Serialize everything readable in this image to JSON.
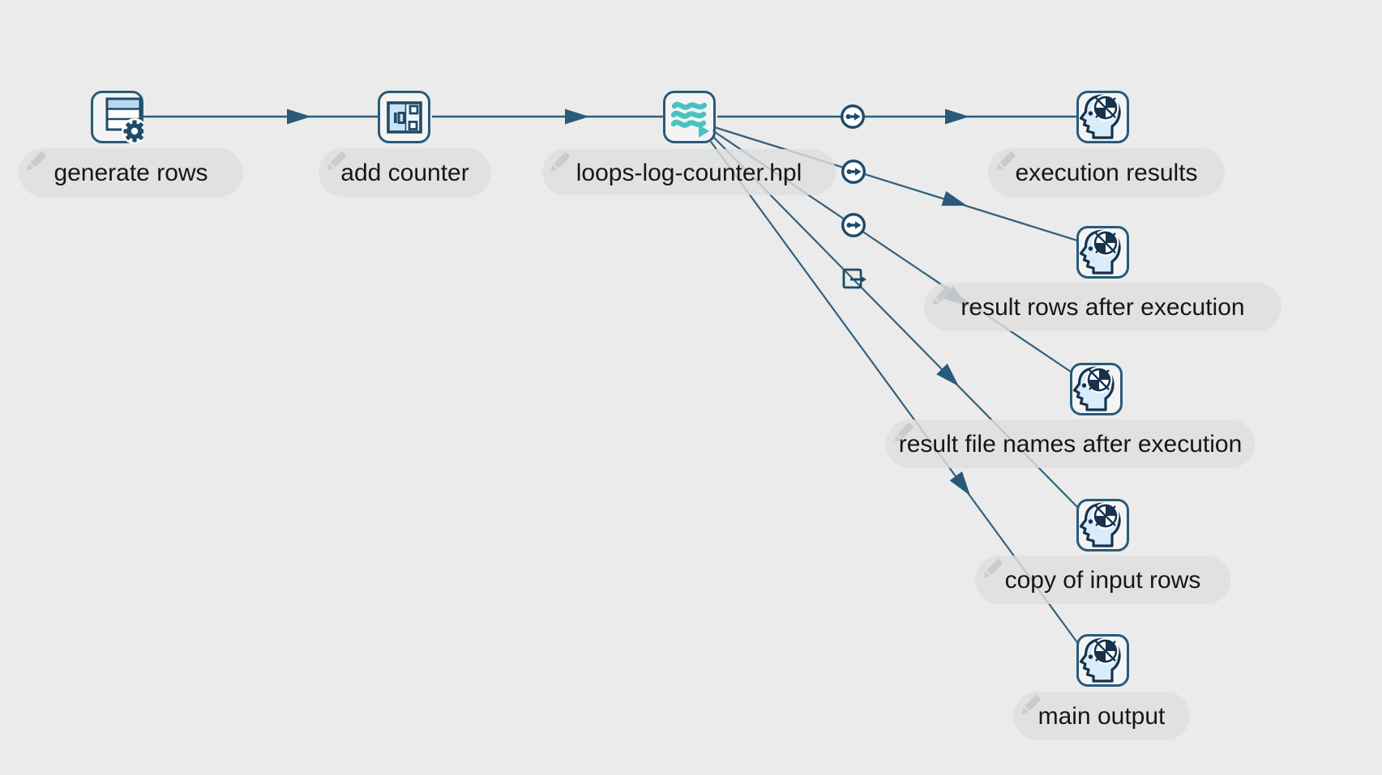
{
  "canvas": {
    "background_color": "#ebebeb",
    "description_colors": {
      "node_border": "#2a5a7a",
      "hop_line": "#2e5d7d",
      "pipeline_teal": "#49c2c2",
      "icon_light_blue": "#cfe5f6",
      "label_pill": "#e2e2e2",
      "label_text": "#161616",
      "pencil_grey": "#c9c9c9"
    }
  },
  "nodes": [
    {
      "label": "generate rows",
      "icon": "generate-rows-icon"
    },
    {
      "label": "add counter",
      "icon": "add-counter-icon"
    },
    {
      "label": "loops-log-counter.hpl",
      "icon": "pipeline-executor-icon"
    },
    {
      "label": "execution results",
      "icon": "dummy-head-icon"
    },
    {
      "label": "result rows after execution",
      "icon": "dummy-head-icon"
    },
    {
      "label": "result file names after execution",
      "icon": "dummy-head-icon"
    },
    {
      "label": "copy of input rows",
      "icon": "dummy-head-icon"
    },
    {
      "label": "main output",
      "icon": "dummy-head-icon"
    }
  ],
  "links": [
    {
      "from": "generate rows",
      "to": "add counter"
    },
    {
      "from": "add counter",
      "to": "loops-log-counter.hpl"
    },
    {
      "from": "loops-log-counter.hpl",
      "to": "execution results",
      "icon": "circle-arrow-icon"
    },
    {
      "from": "loops-log-counter.hpl",
      "to": "result rows after execution",
      "icon": "circle-arrow-icon"
    },
    {
      "from": "loops-log-counter.hpl",
      "to": "result file names after execution",
      "icon": "circle-arrow-icon"
    },
    {
      "from": "loops-log-counter.hpl",
      "to": "copy of input rows",
      "icon": "square-arrow-out-icon"
    },
    {
      "from": "loops-log-counter.hpl",
      "to": "main output"
    }
  ]
}
